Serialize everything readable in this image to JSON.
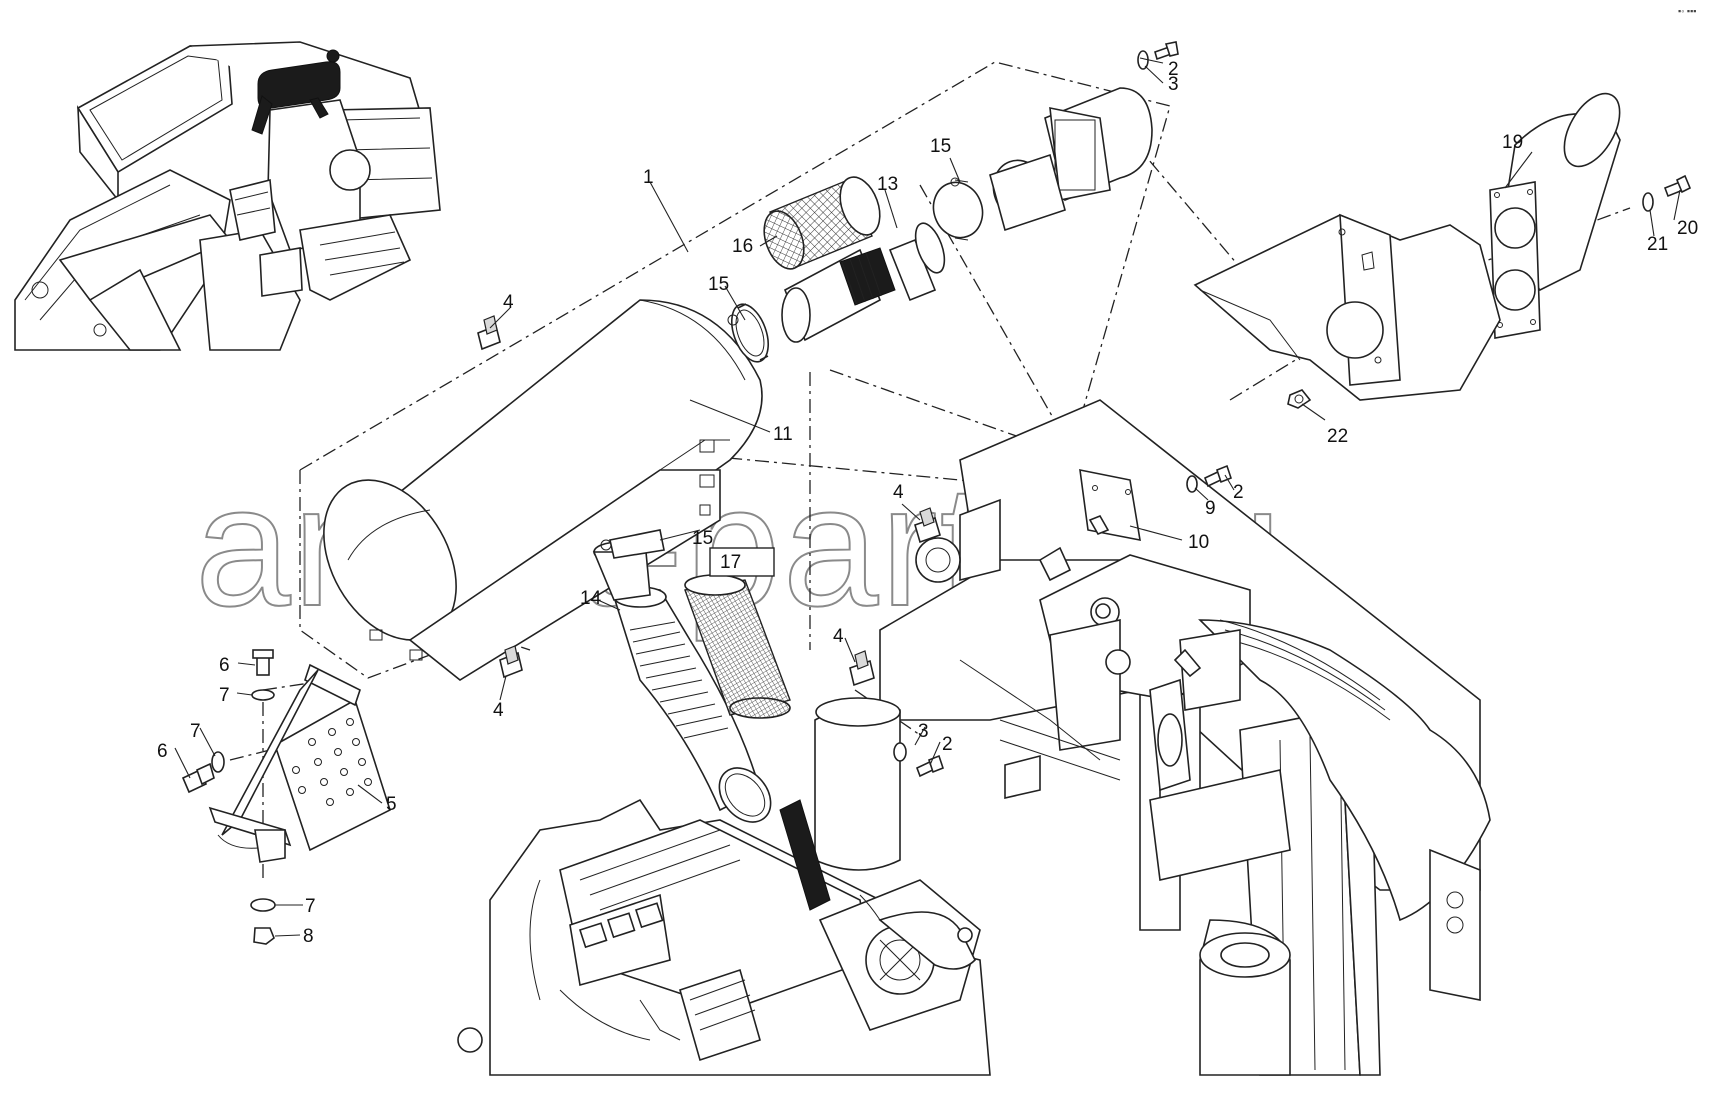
{
  "diagram": {
    "callouts": [
      {
        "id": "c1",
        "label": "1"
      },
      {
        "id": "c2a",
        "label": "2"
      },
      {
        "id": "c3a",
        "label": "3"
      },
      {
        "id": "c15a",
        "label": "15"
      },
      {
        "id": "c13",
        "label": "13"
      },
      {
        "id": "c16",
        "label": "16"
      },
      {
        "id": "c15b",
        "label": "15"
      },
      {
        "id": "c4a",
        "label": "4"
      },
      {
        "id": "c11",
        "label": "11"
      },
      {
        "id": "c19",
        "label": "19"
      },
      {
        "id": "c20",
        "label": "20"
      },
      {
        "id": "c21",
        "label": "21"
      },
      {
        "id": "c22",
        "label": "22"
      },
      {
        "id": "c4b",
        "label": "4"
      },
      {
        "id": "c9",
        "label": "9"
      },
      {
        "id": "c2b",
        "label": "2"
      },
      {
        "id": "c10",
        "label": "10"
      },
      {
        "id": "c15c",
        "label": "15"
      },
      {
        "id": "c17",
        "label": "17"
      },
      {
        "id": "c14",
        "label": "14"
      },
      {
        "id": "c6a",
        "label": "6"
      },
      {
        "id": "c7a",
        "label": "7"
      },
      {
        "id": "c7b",
        "label": "7"
      },
      {
        "id": "c6b",
        "label": "6"
      },
      {
        "id": "c5",
        "label": "5"
      },
      {
        "id": "c4c",
        "label": "4"
      },
      {
        "id": "c4d",
        "label": "4"
      },
      {
        "id": "c3b",
        "label": "3"
      },
      {
        "id": "c2c",
        "label": "2"
      },
      {
        "id": "c7c",
        "label": "7"
      },
      {
        "id": "c8",
        "label": "8"
      }
    ],
    "watermark": "ansat-parts.ru",
    "corner_mark": "▪◦ ▪▪▪"
  }
}
